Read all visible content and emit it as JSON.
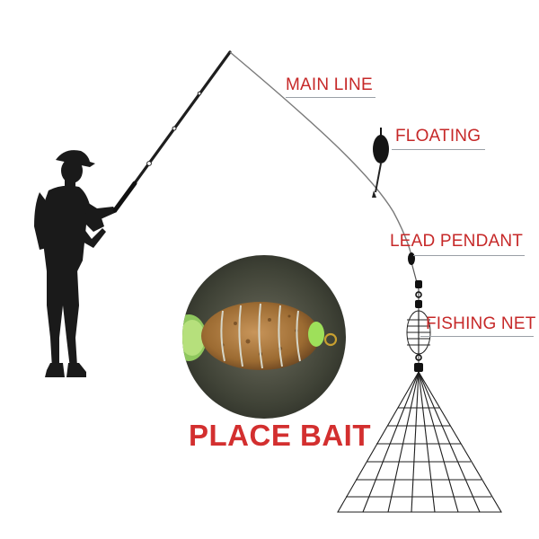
{
  "labels": {
    "main_line": "MAIN LINE",
    "floating": "FLOATING",
    "lead_pendant": "LEAD PENDANT",
    "fishing_net": "FISHING NET",
    "place_bait": "PLACE BAIT"
  },
  "colors": {
    "label_red": "#c62828",
    "silhouette": "#1a1a1a",
    "bait_brown": "#9c6b32",
    "glow_green": "#8fd14f"
  },
  "icons": [
    "fisherman-silhouette",
    "fishing-rod",
    "float-bobber",
    "lead-weight",
    "bait-cage",
    "net"
  ]
}
